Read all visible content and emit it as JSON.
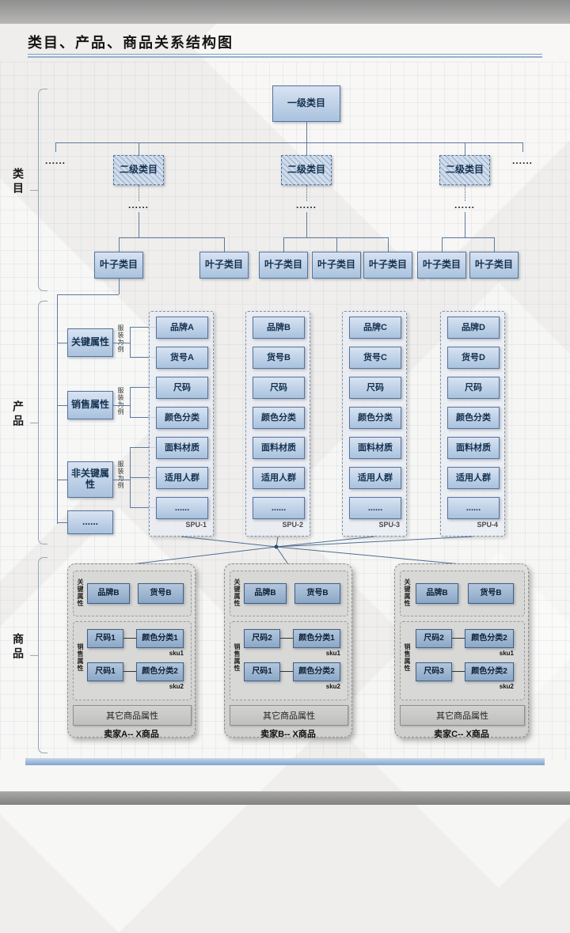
{
  "colors": {
    "box_border": "#54749c",
    "box_fill": "#c9daee",
    "line": "#5c7a9c",
    "accent_rule": "#93b1d4"
  },
  "page": {
    "title": "类目、产品、商品关系结构图"
  },
  "sections": {
    "category": "类目",
    "product": "产品",
    "commodity": "商品"
  },
  "category": {
    "level1": "一级类目",
    "level2": [
      "二级类目",
      "二级类目",
      "二级类目"
    ],
    "dots": "......",
    "leaves": [
      "叶子类目",
      "叶子类目",
      "叶子类目",
      "叶子类目",
      "叶子类目",
      "叶子类目",
      "叶子类目"
    ]
  },
  "product": {
    "groups": [
      {
        "label": "关键属性",
        "note": "服装为例"
      },
      {
        "label": "销售属性",
        "note": "服装为例"
      },
      {
        "label": "非关键属性",
        "note": "服装为例"
      },
      {
        "label": "......"
      }
    ],
    "spus": [
      {
        "name": "SPU-1",
        "items": [
          "品牌A",
          "货号A",
          "尺码",
          "颜色分类",
          "面料材质",
          "适用人群",
          "......"
        ]
      },
      {
        "name": "SPU-2",
        "items": [
          "品牌B",
          "货号B",
          "尺码",
          "颜色分类",
          "面料材质",
          "适用人群",
          "......"
        ]
      },
      {
        "name": "SPU-3",
        "items": [
          "品牌C",
          "货号C",
          "尺码",
          "颜色分类",
          "面料材质",
          "适用人群",
          "......"
        ]
      },
      {
        "name": "SPU-4",
        "items": [
          "品牌D",
          "货号D",
          "尺码",
          "颜色分类",
          "面料材质",
          "适用人群",
          "......"
        ]
      }
    ]
  },
  "commodity": {
    "sellers": [
      {
        "name": "卖家A-- X商品",
        "key_label": "关键属性",
        "key_items": [
          "品牌B",
          "货号B"
        ],
        "sales_label": "销售属性",
        "skus": [
          {
            "size": "尺码1",
            "color": "颜色分类1",
            "label": "sku1"
          },
          {
            "size": "尺码1",
            "color": "颜色分类2",
            "label": "sku2"
          }
        ],
        "other": "其它商品属性"
      },
      {
        "name": "卖家B-- X商品",
        "key_label": "关键属性",
        "key_items": [
          "品牌B",
          "货号B"
        ],
        "sales_label": "销售属性",
        "skus": [
          {
            "size": "尺码2",
            "color": "颜色分类1",
            "label": "sku1"
          },
          {
            "size": "尺码1",
            "color": "颜色分类2",
            "label": "sku2"
          }
        ],
        "other": "其它商品属性"
      },
      {
        "name": "卖家C-- X商品",
        "key_label": "关键属性",
        "key_items": [
          "品牌B",
          "货号B"
        ],
        "sales_label": "销售属性",
        "skus": [
          {
            "size": "尺码2",
            "color": "颜色分类2",
            "label": "sku1"
          },
          {
            "size": "尺码3",
            "color": "颜色分类2",
            "label": "sku2"
          }
        ],
        "other": "其它商品属性"
      }
    ]
  }
}
